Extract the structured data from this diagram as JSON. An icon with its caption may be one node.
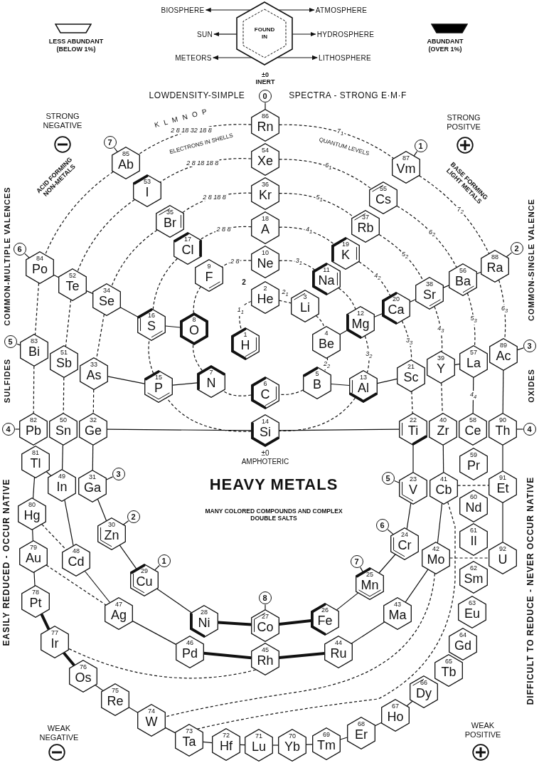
{
  "diagram": {
    "nodes": [
      {
        "text": [
          "FOUND IN"
        ]
      },
      {
        "text": [
          "BIOSPHERE"
        ]
      },
      {
        "text": [
          "ATMOSPHERE"
        ]
      },
      {
        "text": [
          "SUN"
        ]
      },
      {
        "text": [
          "HYDROSPHERE"
        ]
      },
      {
        "text": [
          "METEORS"
        ]
      },
      {
        "text": [
          "LITHOSPHERE"
        ]
      },
      {
        "text": [
          "0"
        ]
      },
      {
        "text": [
          "86",
          "Rn"
        ]
      },
      {
        "text": [
          "7"
        ]
      },
      {
        "text": [
          "85",
          "Ab"
        ]
      },
      {
        "text": [
          "1"
        ]
      },
      {
        "text": [
          "87",
          "Vm"
        ]
      },
      {
        "text": [
          "54",
          "Xe"
        ]
      },
      {
        "text": [
          "53",
          "I"
        ]
      },
      {
        "text": [
          "55",
          "Cs"
        ]
      },
      {
        "text": [
          "36",
          "Kr"
        ]
      },
      {
        "text": [
          "35",
          "Br"
        ]
      },
      {
        "text": [
          "37",
          "Rb"
        ]
      },
      {
        "text": [
          "18",
          "A"
        ]
      },
      {
        "text": [
          "17",
          "Cl"
        ]
      },
      {
        "text": [
          "19",
          "K"
        ]
      },
      {
        "text": [
          "6"
        ]
      },
      {
        "text": [
          "84",
          "Po"
        ]
      },
      {
        "text": [
          "88",
          "Ra"
        ]
      },
      {
        "text": [
          "2"
        ]
      },
      {
        "text": [
          "52",
          "Te"
        ]
      },
      {
        "text": [
          "10",
          "Ne"
        ]
      },
      {
        "text": [
          "9",
          "F"
        ]
      },
      {
        "text": [
          "11",
          "Na"
        ]
      },
      {
        "text": [
          "56",
          "Ba"
        ]
      },
      {
        "text": [
          "38",
          "Sr"
        ]
      },
      {
        "text": [
          "34",
          "Se"
        ]
      },
      {
        "text": [
          "2",
          "He"
        ]
      },
      {
        "text": [
          "3",
          "Li"
        ]
      },
      {
        "text": [
          "20",
          "Ca"
        ]
      },
      {
        "text": [
          "16",
          "S"
        ]
      },
      {
        "text": [
          "8",
          "O"
        ]
      },
      {
        "text": [
          "12",
          "Mg"
        ]
      },
      {
        "text": [
          "4",
          "Be"
        ]
      },
      {
        "text": [
          "1",
          "H"
        ]
      },
      {
        "text": [
          "5"
        ]
      },
      {
        "text": [
          "83",
          "Bi"
        ]
      },
      {
        "text": [
          "3"
        ]
      },
      {
        "text": [
          "89",
          "Ac"
        ]
      },
      {
        "text": [
          "57",
          "La"
        ]
      },
      {
        "text": [
          "51",
          "Sb"
        ]
      },
      {
        "text": [
          "39",
          "Y"
        ]
      },
      {
        "text": [
          "33",
          "As"
        ]
      },
      {
        "text": [
          "21",
          "Sc"
        ]
      },
      {
        "text": [
          "7",
          "N"
        ]
      },
      {
        "text": [
          "5",
          "B"
        ]
      },
      {
        "text": [
          "15",
          "P"
        ]
      },
      {
        "text": [
          "13",
          "Al"
        ]
      },
      {
        "text": [
          "6",
          "C"
        ]
      },
      {
        "text": [
          "4"
        ]
      },
      {
        "text": [
          "82",
          "Pb"
        ]
      },
      {
        "text": [
          "50",
          "Sn"
        ]
      },
      {
        "text": [
          "32",
          "Ge"
        ]
      },
      {
        "text": [
          "14",
          "Si"
        ],
        "beside": [
          "±0 AMPHOTERIC"
        ]
      },
      {
        "text": [
          "22",
          "Ti"
        ]
      },
      {
        "text": [
          "40",
          "Zr"
        ]
      },
      {
        "text": [
          "58",
          "Ce"
        ]
      },
      {
        "text": [
          "90",
          "Th"
        ]
      },
      {
        "text": [
          "4"
        ]
      },
      {
        "text": [
          "81",
          "Tl"
        ]
      },
      {
        "text": [
          "59",
          "Pr"
        ]
      },
      {
        "text": [
          "3"
        ]
      },
      {
        "text": [
          "49",
          "In"
        ]
      },
      {
        "text": [
          "31",
          "Ga"
        ]
      },
      {
        "text": [
          "5"
        ]
      },
      {
        "text": [
          "23",
          "V"
        ]
      },
      {
        "text": [
          "41",
          "Cb"
        ]
      },
      {
        "text": [
          "91",
          "Et"
        ]
      },
      {
        "text": [
          "60",
          "Nd"
        ]
      },
      {
        "text": [
          "80",
          "Hg"
        ]
      },
      {
        "text": [
          "2"
        ]
      },
      {
        "text": [
          "30",
          "Zn"
        ]
      },
      {
        "text": [
          "6"
        ]
      },
      {
        "text": [
          "61",
          "Il"
        ]
      },
      {
        "text": [
          "24",
          "Cr"
        ]
      },
      {
        "text": [
          "42",
          "Mo"
        ]
      },
      {
        "text": [
          "92",
          "U"
        ]
      },
      {
        "text": [
          "79",
          "Au"
        ]
      },
      {
        "text": [
          "48",
          "Cd"
        ]
      },
      {
        "text": [
          "7"
        ]
      },
      {
        "text": [
          "1"
        ]
      },
      {
        "text": [
          "62",
          "Sm"
        ]
      },
      {
        "text": [
          "29",
          "Cu"
        ]
      },
      {
        "text": [
          "25",
          "Mn"
        ]
      },
      {
        "text": [
          "8"
        ]
      },
      {
        "text": [
          "78",
          "Pt"
        ]
      },
      {
        "text": [
          "47",
          "Ag"
        ]
      },
      {
        "text": [
          "43",
          "Ma"
        ]
      },
      {
        "text": [
          "63",
          "Eu"
        ]
      },
      {
        "text": [
          "28",
          "Ni"
        ]
      },
      {
        "text": [
          "27",
          "Co"
        ]
      },
      {
        "text": [
          "26",
          "Fe"
        ]
      },
      {
        "text": [
          "77",
          "Ir"
        ]
      },
      {
        "text": [
          "64",
          "Gd"
        ]
      },
      {
        "text": [
          "46",
          "Pd"
        ]
      },
      {
        "text": [
          "45",
          "Rh"
        ]
      },
      {
        "text": [
          "44",
          "Ru"
        ]
      },
      {
        "text": [
          "65",
          "Tb"
        ]
      },
      {
        "text": [
          "76",
          "Os"
        ]
      },
      {
        "text": [
          "66",
          "Dy"
        ]
      },
      {
        "text": [
          "75",
          "Re"
        ]
      },
      {
        "text": [
          "67",
          "Ho"
        ]
      },
      {
        "text": [
          "74",
          "W"
        ]
      },
      {
        "text": [
          "68",
          "Er"
        ]
      },
      {
        "text": [
          "73",
          "Ta"
        ]
      },
      {
        "text": [
          "69",
          "Tm"
        ]
      },
      {
        "text": [
          "72",
          "Hf"
        ]
      },
      {
        "text": [
          "71",
          "Lu"
        ]
      },
      {
        "text": [
          "70",
          "Yb"
        ]
      }
    ],
    "edges": [
      {
        "from": 0,
        "to": 1,
        "arrow": "to"
      },
      {
        "from": 0,
        "to": 2,
        "arrow": "to"
      },
      {
        "from": 0,
        "to": 3,
        "arrow": "to"
      },
      {
        "from": 0,
        "to": 4,
        "arrow": "to"
      },
      {
        "from": 0,
        "to": 5,
        "arrow": "to"
      },
      {
        "from": 0,
        "to": 6,
        "arrow": "to"
      },
      {
        "from": 7,
        "to": 8,
        "arrow": "none"
      },
      {
        "from": 9,
        "to": 10,
        "arrow": "none"
      },
      {
        "from": 11,
        "to": 12,
        "arrow": "none"
      },
      {
        "from": 22,
        "to": 23,
        "arrow": "none"
      },
      {
        "from": 25,
        "to": 24,
        "arrow": "none"
      },
      {
        "from": 41,
        "to": 42,
        "arrow": "none"
      },
      {
        "from": 43,
        "to": 44,
        "arrow": "none"
      },
      {
        "from": 55,
        "to": 56,
        "arrow": "none"
      },
      {
        "from": 64,
        "to": 63,
        "arrow": "none"
      },
      {
        "from": 67,
        "to": 69,
        "arrow": "none"
      },
      {
        "from": 70,
        "to": 71,
        "arrow": "none"
      },
      {
        "from": 76,
        "to": 77,
        "arrow": "none"
      },
      {
        "from": 78,
        "to": 80,
        "arrow": "none"
      },
      {
        "from": 85,
        "to": 89,
        "arrow": "none"
      },
      {
        "from": 86,
        "to": 88,
        "arrow": "none"
      },
      {
        "from": 90,
        "to": 96,
        "arrow": "none"
      },
      {
        "from": 8,
        "to": 10,
        "arrow": "none",
        "style": "dashed",
        "label": "2 8 18 32 18 8"
      },
      {
        "from": 13,
        "to": 14,
        "arrow": "none",
        "style": "dashed",
        "label": "2 8 18 18 8"
      },
      {
        "from": 16,
        "to": 17,
        "arrow": "none",
        "style": "dashed",
        "label": "2 8 18 8"
      },
      {
        "from": 19,
        "to": 20,
        "arrow": "none",
        "style": "dashed",
        "label": "2 8 8"
      },
      {
        "from": 27,
        "to": 28,
        "arrow": "none",
        "style": "dashed",
        "label": "2 8"
      },
      {
        "from": 33,
        "to": 40,
        "arrow": "none",
        "style": "dashed",
        "label": "1$_{1}$"
      },
      {
        "from": 8,
        "to": 12,
        "arrow": "none",
        "style": "dashed",
        "label": "7$_{1}$"
      },
      {
        "from": 13,
        "to": 15,
        "arrow": "none",
        "style": "dashed",
        "label": "6$_{1}$"
      },
      {
        "from": 16,
        "to": 18,
        "arrow": "none",
        "style": "dashed",
        "label": "5$_{1}$"
      },
      {
        "from": 19,
        "to": 21,
        "arrow": "none",
        "style": "dashed",
        "label": "4$_{1}$"
      },
      {
        "from": 27,
        "to": 29,
        "arrow": "none",
        "style": "dashed",
        "label": "3$_{1}$"
      },
      {
        "from": 33,
        "to": 34,
        "arrow": "none",
        "style": "dashed",
        "label": "2$_{1}$"
      },
      {
        "from": 12,
        "to": 24,
        "arrow": "none",
        "style": "dashed",
        "label": "7$_{2}$"
      },
      {
        "from": 15,
        "to": 30,
        "arrow": "none",
        "style": "dashed",
        "label": "6$_{2}$"
      },
      {
        "from": 18,
        "to": 31,
        "arrow": "none",
        "style": "dashed",
        "label": "5$_{2}$"
      },
      {
        "from": 21,
        "to": 35,
        "arrow": "none",
        "style": "dashed",
        "label": "4$_{2}$"
      },
      {
        "from": 29,
        "to": 38,
        "arrow": "none",
        "style": "dashed"
      },
      {
        "from": 34,
        "to": 39,
        "arrow": "none",
        "style": "dashed"
      },
      {
        "from": 24,
        "to": 44,
        "arrow": "none",
        "style": "dashed",
        "label": "6$_{3}$"
      },
      {
        "from": 30,
        "to": 45,
        "arrow": "none",
        "style": "dashed",
        "label": "5$_{3}$"
      },
      {
        "from": 31,
        "to": 47,
        "arrow": "none",
        "style": "dashed",
        "label": "4$_{3}$"
      },
      {
        "from": 35,
        "to": 49,
        "arrow": "none",
        "style": "dashed",
        "label": "3$_{3}$"
      },
      {
        "from": 38,
        "to": 53,
        "arrow": "none",
        "style": "dashed",
        "label": "3$_{2}$"
      },
      {
        "from": 39,
        "to": 51,
        "arrow": "none",
        "style": "dashed",
        "label": "2$_{2}$"
      },
      {
        "from": 51,
        "to": 54,
        "arrow": "none",
        "style": "dashed"
      },
      {
        "from": 54,
        "to": 50,
        "arrow": "none",
        "style": "dashed"
      },
      {
        "from": 50,
        "to": 37,
        "arrow": "none",
        "style": "dashed"
      },
      {
        "from": 37,
        "to": 28,
        "arrow": "none",
        "style": "dashed"
      },
      {
        "from": 53,
        "to": 59,
        "arrow": "none",
        "style": "dashed"
      },
      {
        "from": 59,
        "to": 52,
        "arrow": "none",
        "style": "dashed"
      },
      {
        "from": 52,
        "to": 36,
        "arrow": "none",
        "style": "dashed"
      },
      {
        "from": 36,
        "to": 20,
        "arrow": "none",
        "style": "dashed"
      },
      {
        "from": 10,
        "to": 23,
        "arrow": "none",
        "style": "dashed"
      },
      {
        "from": 14,
        "to": 26,
        "arrow": "none",
        "style": "dashed"
      },
      {
        "from": 17,
        "to": 32,
        "arrow": "none",
        "style": "dashed"
      },
      {
        "from": 23,
        "to": 42,
        "arrow": "none",
        "style": "dashed"
      },
      {
        "from": 26,
        "to": 46,
        "arrow": "none",
        "style": "dashed"
      },
      {
        "from": 32,
        "to": 48,
        "arrow": "none",
        "style": "dashed"
      },
      {
        "from": 42,
        "to": 56,
        "arrow": "none",
        "style": "dashed"
      },
      {
        "from": 46,
        "to": 57,
        "arrow": "none",
        "style": "dashed"
      },
      {
        "from": 48,
        "to": 58,
        "arrow": "none",
        "style": "dashed"
      },
      {
        "from": 49,
        "to": 60,
        "arrow": "none",
        "style": "dashed"
      },
      {
        "from": 47,
        "to": 61,
        "arrow": "none",
        "style": "dashed"
      },
      {
        "from": 45,
        "to": 62,
        "arrow": "none",
        "label": "4$_{4}$"
      },
      {
        "from": 44,
        "to": 63,
        "arrow": "none"
      },
      {
        "from": 50,
        "to": 52,
        "arrow": "none"
      },
      {
        "from": 52,
        "to": 48,
        "arrow": "none"
      },
      {
        "from": 37,
        "to": 36,
        "arrow": "none"
      },
      {
        "from": 36,
        "to": 32,
        "arrow": "none"
      },
      {
        "from": 32,
        "to": 26,
        "arrow": "none"
      },
      {
        "from": 26,
        "to": 23,
        "arrow": "none"
      },
      {
        "from": 51,
        "to": 53,
        "arrow": "none"
      },
      {
        "from": 53,
        "to": 49,
        "arrow": "none"
      },
      {
        "from": 47,
        "to": 45,
        "arrow": "none"
      },
      {
        "from": 39,
        "to": 38,
        "arrow": "none"
      },
      {
        "from": 38,
        "to": 35,
        "arrow": "none"
      },
      {
        "from": 35,
        "to": 31,
        "arrow": "none"
      },
      {
        "from": 31,
        "to": 30,
        "arrow": "none"
      },
      {
        "from": 30,
        "to": 24,
        "arrow": "none"
      },
      {
        "from": 58,
        "to": 59,
        "arrow": "none"
      },
      {
        "from": 59,
        "to": 60,
        "arrow": "none"
      },
      {
        "from": 60,
        "to": 71,
        "arrow": "none"
      },
      {
        "from": 61,
        "to": 72,
        "arrow": "none"
      },
      {
        "from": 71,
        "to": 80,
        "arrow": "none"
      },
      {
        "from": 80,
        "to": 89,
        "arrow": "none"
      },
      {
        "from": 89,
        "to": 97,
        "arrow": "none"
      },
      {
        "from": 97,
        "to": 96,
        "arrow": "none",
        "style": "thick"
      },
      {
        "from": 96,
        "to": 95,
        "arrow": "none",
        "style": "thick"
      },
      {
        "from": 95,
        "to": 88,
        "arrow": "none"
      },
      {
        "from": 88,
        "to": 77,
        "arrow": "none"
      },
      {
        "from": 77,
        "to": 69,
        "arrow": "none"
      },
      {
        "from": 69,
        "to": 58,
        "arrow": "none"
      },
      {
        "from": 72,
        "to": 81,
        "arrow": "none"
      },
      {
        "from": 81,
        "to": 93,
        "arrow": "none"
      },
      {
        "from": 93,
        "to": 102,
        "arrow": "none"
      },
      {
        "from": 102,
        "to": 101,
        "arrow": "none",
        "style": "thick"
      },
      {
        "from": 101,
        "to": 100,
        "arrow": "none",
        "style": "thick"
      },
      {
        "from": 100,
        "to": 92,
        "arrow": "none"
      },
      {
        "from": 92,
        "to": 84,
        "arrow": "none"
      },
      {
        "from": 84,
        "to": 68,
        "arrow": "none"
      },
      {
        "from": 68,
        "to": 57,
        "arrow": "none"
      },
      {
        "from": 65,
        "to": 68,
        "arrow": "none"
      },
      {
        "from": 63,
        "to": 73,
        "arrow": "none"
      },
      {
        "from": 73,
        "to": 82,
        "arrow": "none"
      },
      {
        "from": 72,
        "to": 73,
        "arrow": "none",
        "style": "dashed"
      },
      {
        "from": 81,
        "to": 82,
        "arrow": "none",
        "style": "dashed"
      },
      {
        "from": 72,
        "to": 110,
        "arrow": "none",
        "style": "dashed"
      },
      {
        "from": 81,
        "to": 108,
        "arrow": "none",
        "style": "dashed"
      },
      {
        "from": 101,
        "to": 98,
        "arrow": "none",
        "style": "dashed"
      },
      {
        "from": 83,
        "to": 92,
        "arrow": "none",
        "style": "dashed"
      },
      {
        "from": 75,
        "to": 84,
        "arrow": "none",
        "style": "dashed"
      },
      {
        "from": 105,
        "to": 107,
        "arrow": "none"
      },
      {
        "from": 107,
        "to": 109,
        "arrow": "none"
      },
      {
        "from": 109,
        "to": 111,
        "arrow": "none"
      },
      {
        "from": 111,
        "to": 114,
        "arrow": "none"
      },
      {
        "from": 114,
        "to": 113,
        "arrow": "none"
      },
      {
        "from": 113,
        "to": 112,
        "arrow": "none"
      },
      {
        "from": 112,
        "to": 110,
        "arrow": "none"
      },
      {
        "from": 110,
        "to": 108,
        "arrow": "none"
      },
      {
        "from": 108,
        "to": 106,
        "arrow": "none"
      },
      {
        "from": 106,
        "to": 104,
        "arrow": "none"
      },
      {
        "from": 104,
        "to": 98,
        "arrow": "none",
        "style": "thick"
      },
      {
        "from": 98,
        "to": 91,
        "arrow": "none",
        "style": "thick"
      },
      {
        "from": 91,
        "to": 83,
        "arrow": "none"
      },
      {
        "from": 83,
        "to": 75,
        "arrow": "none"
      },
      {
        "from": 75,
        "to": 65,
        "arrow": "none"
      }
    ],
    "labels": [
      "±0 INERT",
      "LOWDENSITY-SIMPLE",
      "SPECTRA - STRONG E·M·F",
      "STRONG NEGATIVE",
      "K L M N O P",
      "STRONG POSITVE",
      "ELECTRONS IN SHELLS",
      "QUANTUM LEVELS",
      "ACID FORMING NON-METALS",
      "BASE FORMING LIGHT METALS",
      "COMMON-MULTIPLE VALENCES",
      "COMMON-SINGLE VALENCE",
      "2",
      "SULFIDES",
      "OXIDES",
      "HEAVY METALS",
      "MANY COLORED COMPOUNDS AND COMPLEX DOUBLE SALTS",
      "EASILY REDUCED - OCCUR NATIVE",
      "DIFFICULT TO REDUCE - NEVER OCCUR NATIVE",
      "WEAK NEGATIVE",
      "WEAK POSITIVE"
    ],
    "legend": [
      {
        "text": "LESS ABUNDANT (BELOW 1%)"
      },
      {
        "text": "ABUNDANT (OVER 1%)",
        "color": "#000000"
      }
    ]
  }
}
